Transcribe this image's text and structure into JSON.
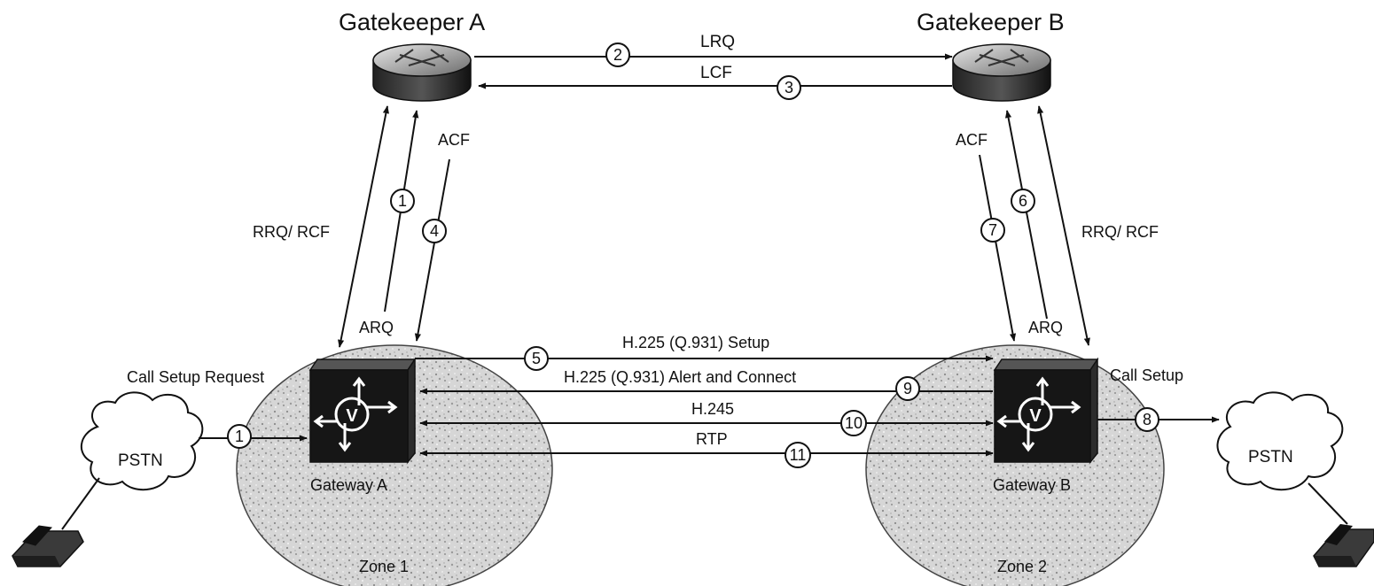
{
  "gatekeepers": {
    "a": "Gatekeeper A",
    "b": "Gatekeeper B"
  },
  "zones": {
    "one": "Zone 1",
    "two": "Zone 2"
  },
  "gateways": {
    "a": "Gateway A",
    "b": "Gateway B"
  },
  "gateway_badge": "V",
  "clouds": {
    "left": "PSTN",
    "right": "PSTN"
  },
  "side_labels": {
    "call_setup_request": "Call Setup Request",
    "call_setup": "Call Setup",
    "rrq_rcf_left": "RRQ/ RCF",
    "rrq_rcf_right": "RRQ/ RCF",
    "arq_left": "ARQ",
    "arq_right": "ARQ",
    "acf_left": "ACF",
    "acf_right": "ACF"
  },
  "messages": {
    "lrq": "LRQ",
    "lcf": "LCF",
    "setup": "H.225 (Q.931) Setup",
    "alert_connect": "H.225 (Q.931) Alert and Connect",
    "h245": "H.245",
    "rtp": "RTP"
  },
  "steps": {
    "s1a": "1",
    "s1b": "1",
    "s2": "2",
    "s3": "3",
    "s4": "4",
    "s5": "5",
    "s6": "6",
    "s7": "7",
    "s8": "8",
    "s9": "9",
    "s10": "10",
    "s11": "11"
  },
  "colors": {
    "ink": "#111111",
    "zone_fill": "#d9d9d9",
    "gateway_fill": "#161616",
    "background": "#ffffff"
  },
  "icons": [
    "router-icon",
    "voice-gateway-icon",
    "cloud-icon",
    "telephone-icon"
  ]
}
